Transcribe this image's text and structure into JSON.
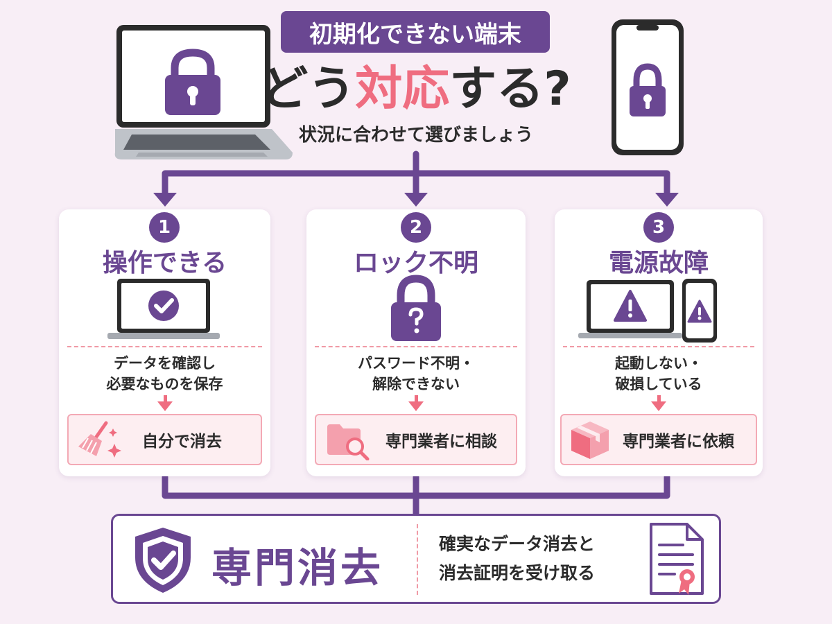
{
  "header": {
    "badge": "初期化できない端末",
    "headline_pre": "どう",
    "headline_em": "対応",
    "headline_post": "する?",
    "subtitle": "状況に合わせて選びましょう"
  },
  "cards": [
    {
      "number": "1",
      "title": "操作できる",
      "desc_lines": [
        "データを確認し",
        "必要なものを保存"
      ],
      "action": "自分で消去",
      "icon": "laptop-check-icon",
      "action_icon": "broom-icon"
    },
    {
      "number": "2",
      "title": "ロック不明",
      "desc_lines": [
        "パスワード不明・",
        "解除できない"
      ],
      "action": "専門業者に相談",
      "icon": "lock-question-icon",
      "action_icon": "folder-search-icon"
    },
    {
      "number": "3",
      "title": "電源故障",
      "desc_lines": [
        "起動しない・",
        "破損している"
      ],
      "action": "専門業者に依頼",
      "icon": "device-warning-icon",
      "action_icon": "box-icon"
    }
  ],
  "final": {
    "title": "専門消去",
    "desc_lines": [
      "確実なデータ消去と",
      "消去証明を受け取る"
    ],
    "icon": "shield-check-icon",
    "doc_icon": "certificate-icon"
  },
  "colors": {
    "purple": "#6a4792",
    "pink": "#ef6d80",
    "background": "#f8eef6"
  }
}
